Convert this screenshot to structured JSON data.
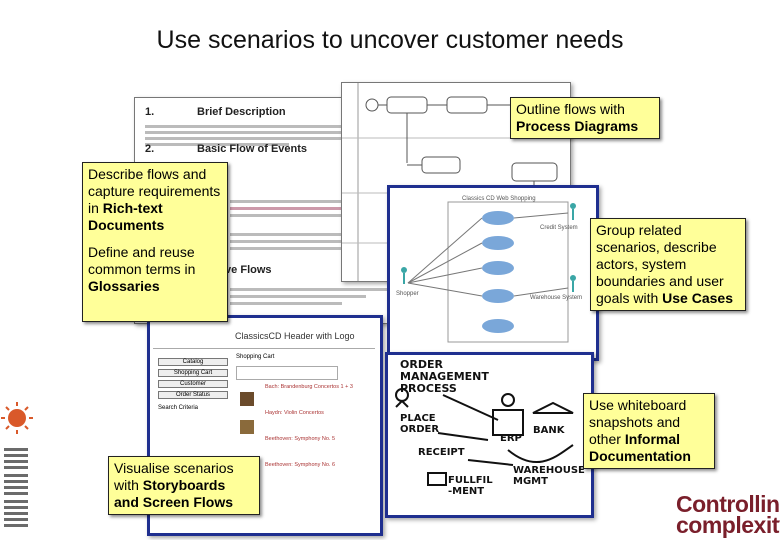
{
  "slide": {
    "title": "Use scenarios to uncover customer needs"
  },
  "callouts": {
    "process": {
      "text": "Outline flows with",
      "bold": "Process Diagrams"
    },
    "richtext": {
      "text": "Describe flows and capture requirements in",
      "bold": "Rich-text Documents"
    },
    "glossary": {
      "text": "Define and reuse common terms in",
      "bold": "Glossaries"
    },
    "usecases": {
      "text": "Group related scenarios, describe actors, system boundaries and user goals with",
      "bold": "Use Cases"
    },
    "whiteboard": {
      "text": "Use whiteboard snapshots and other",
      "bold": "Informal Documentation"
    },
    "storyboard": {
      "text": "Visualise scenarios with",
      "bold": "Storyboards and Screen Flows"
    }
  },
  "document": {
    "section1_number": "1.",
    "section1_title": "Brief Description",
    "section2_number": "2.",
    "section2_title": "Basic Flow of Events",
    "section3_title": "ive Flows"
  },
  "storyboard_ui": {
    "header": "ClassicsCD Header with Logo",
    "nav": [
      "Catalog",
      "Shopping Cart",
      "Customer",
      "Order Status"
    ],
    "cart_label": "Shopping Cart",
    "search_label": "Search Criteria",
    "items": [
      "Bach: Brandenburg Concertos 1 + 3",
      "Haydn: Violin Concertos",
      "Beethoven: Symphony No. 5",
      "Beethoven: Symphony No. 6"
    ]
  },
  "usecase_diagram": {
    "title": "Classics CD Web Shopping",
    "actors": [
      "Shopper",
      "Credit System",
      "Warehouse System"
    ]
  },
  "whiteboard": {
    "heading": "ORDER MANAGEMENT PROCESS",
    "labels": [
      "PLACE ORDER",
      "RECEIPT",
      "ERP",
      "BANK",
      "WAREHOUSE MGMT",
      "FULLFIL -MENT"
    ]
  },
  "logo": {
    "line1": "Controlling",
    "line2": "complexity."
  },
  "colors": {
    "callout_bg": "#ffff99",
    "frame_blue": "#1f2f8f",
    "arrow_blue": "#6fa3d6",
    "logo_red": "#7a1f2b"
  }
}
